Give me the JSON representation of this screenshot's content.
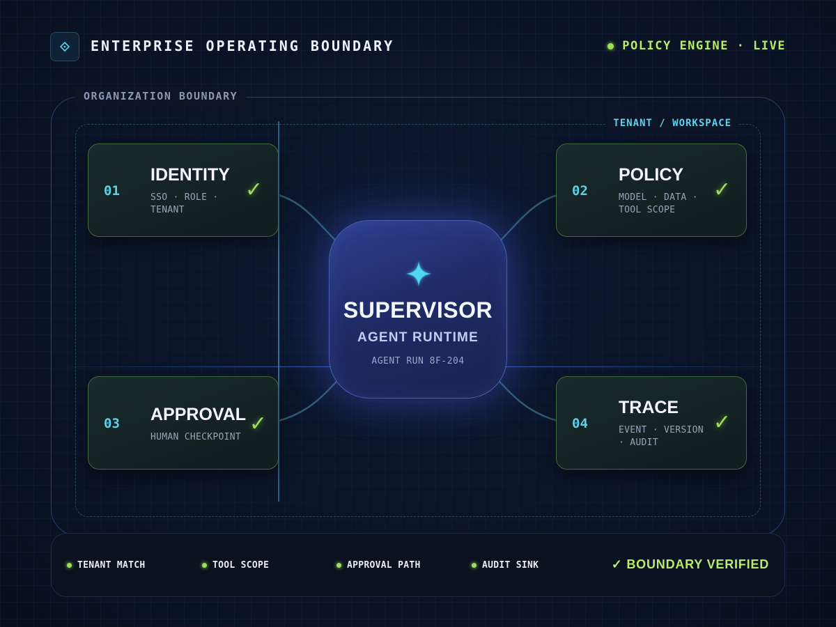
{
  "header": {
    "title": "ENTERPRISE OPERATING BOUNDARY",
    "status": "POLICY ENGINE · LIVE",
    "logo_icon": "diamond-icon"
  },
  "boundaries": {
    "organization_label": "ORGANIZATION BOUNDARY",
    "tenant_label": "TENANT / WORKSPACE"
  },
  "supervisor": {
    "icon": "sparkle-icon",
    "title": "SUPERVISOR",
    "subtitle": "AGENT RUNTIME",
    "run": "AGENT RUN 8F-204"
  },
  "cards": [
    {
      "num": "01",
      "name": "IDENTITY",
      "sub": "SSO · ROLE · TENANT",
      "status": "checked"
    },
    {
      "num": "02",
      "name": "POLICY",
      "sub": "MODEL · DATA · TOOL SCOPE",
      "status": "checked"
    },
    {
      "num": "03",
      "name": "APPROVAL",
      "sub": "HUMAN CHECKPOINT",
      "status": "checked"
    },
    {
      "num": "04",
      "name": "TRACE",
      "sub": "EVENT · VERSION · AUDIT",
      "status": "checked"
    }
  ],
  "footer": {
    "items": [
      "TENANT MATCH",
      "TOOL SCOPE",
      "APPROVAL PATH",
      "AUDIT SINK"
    ],
    "verified": "✓ BOUNDARY VERIFIED"
  },
  "colors": {
    "accent_green": "#9be05a",
    "accent_cyan": "#5fd0ea",
    "supervisor_blue": "#2e3f8e"
  }
}
